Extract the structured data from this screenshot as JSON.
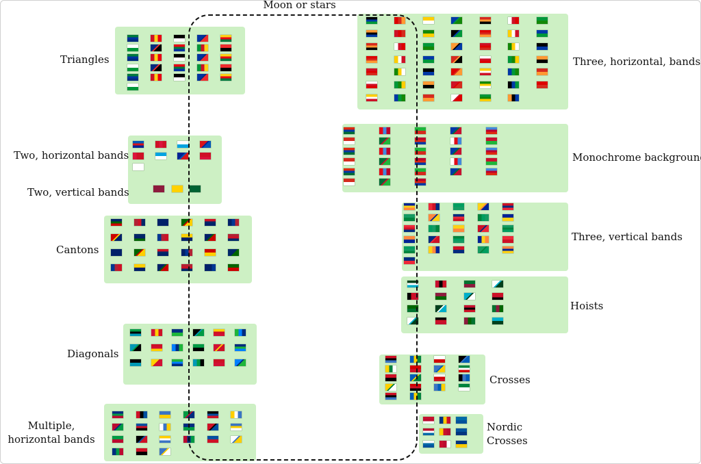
{
  "title": "Moon or stars",
  "groups": [
    {
      "id": "triangles",
      "label": "Triangles",
      "count": 26,
      "cols": 5,
      "colors": [
        "#007a3d",
        "#ce1126",
        "#000000",
        "#0033a0",
        "#fcd116",
        "#ffffff",
        "#002b7f",
        "#e70013",
        "#009639",
        "#ef2b2d"
      ]
    },
    {
      "id": "two-horizontal",
      "label": "Two, horizontal bands",
      "count": 9,
      "cols": 4,
      "colors": [
        "#0057b7",
        "#ce1126",
        "#ffffff",
        "#d7141a",
        "#dc143c",
        "#00a3e0",
        "#002395",
        "#ce1126",
        "#ffffff"
      ]
    },
    {
      "id": "two-vertical",
      "label": "Two, vertical bands",
      "count": 3,
      "cols": 3,
      "colors": [
        "#8d1b3d",
        "#ffd100",
        "#006233"
      ]
    },
    {
      "id": "cantons",
      "label": "Cantons",
      "count": 24,
      "cols": 6,
      "colors": [
        "#012169",
        "#b22234",
        "#012169",
        "#006400",
        "#ce1126",
        "#012169",
        "#cc0000",
        "#002868",
        "#003893",
        "#ffce00"
      ]
    },
    {
      "id": "diagonals",
      "label": "Diagonals",
      "count": 18,
      "cols": 6,
      "colors": [
        "#009a44",
        "#d21034",
        "#002b7f",
        "#000000",
        "#ffd100",
        "#1eb53a",
        "#0099b5",
        "#ce1126",
        "#007fff"
      ]
    },
    {
      "id": "multiple-horizontal",
      "label": "Multiple, horizontal bands",
      "count": 21,
      "cols": 6,
      "colors": [
        "#002b7f",
        "#ce1126",
        "#3a75c4",
        "#009a44",
        "#000000",
        "#ffce00",
        "#bb0a30",
        "#0050a0",
        "#ffffff"
      ]
    },
    {
      "id": "three-horizontal",
      "label": "Three, horizontal, bands",
      "count": 48,
      "cols": 7,
      "colors": [
        "#000000",
        "#dd0000",
        "#ffce00",
        "#0039a6",
        "#d52b1e",
        "#ffffff",
        "#009739",
        "#ff9933",
        "#ce1126",
        "#138808"
      ]
    },
    {
      "id": "monochrome",
      "label": "Monochrome background",
      "count": 28,
      "cols": 5,
      "colors": [
        "#de2910",
        "#e30a17",
        "#1eb53a",
        "#0039a6",
        "#4189dd",
        "#d52b1e",
        "#006c35",
        "#bc002d",
        "#ffffff",
        "#c8102e"
      ]
    },
    {
      "id": "three-vertical",
      "label": "Three, vertical bands",
      "count": 26,
      "cols": 5,
      "colors": [
        "#002395",
        "#ed2939",
        "#009e60",
        "#fcd116",
        "#ce1126",
        "#169b62",
        "#ff883e",
        "#002b7f",
        "#00843d"
      ]
    },
    {
      "id": "hoists",
      "label": "Hoists",
      "count": 16,
      "cols": 4,
      "colors": [
        "#01411c",
        "#c8102e",
        "#00732f",
        "#ffffff",
        "#000000",
        "#8d1b3d",
        "#00afca",
        "#ce1126",
        "#006600"
      ]
    },
    {
      "id": "crosses",
      "label": "Crosses",
      "count": 18,
      "cols": 4,
      "colors": [
        "#ce1126",
        "#005eb8",
        "#ffffff",
        "#000000",
        "#ffd100",
        "#d20000",
        "#3a75c4",
        "#00843d"
      ]
    },
    {
      "id": "nordic",
      "label": "Nordic\nCrosses",
      "count": 9,
      "cols": 3,
      "colors": [
        "#c8102e",
        "#003580",
        "#006aa7",
        "#ba0c2f",
        "#fecc00",
        "#02529c",
        "#ffffff"
      ]
    }
  ]
}
